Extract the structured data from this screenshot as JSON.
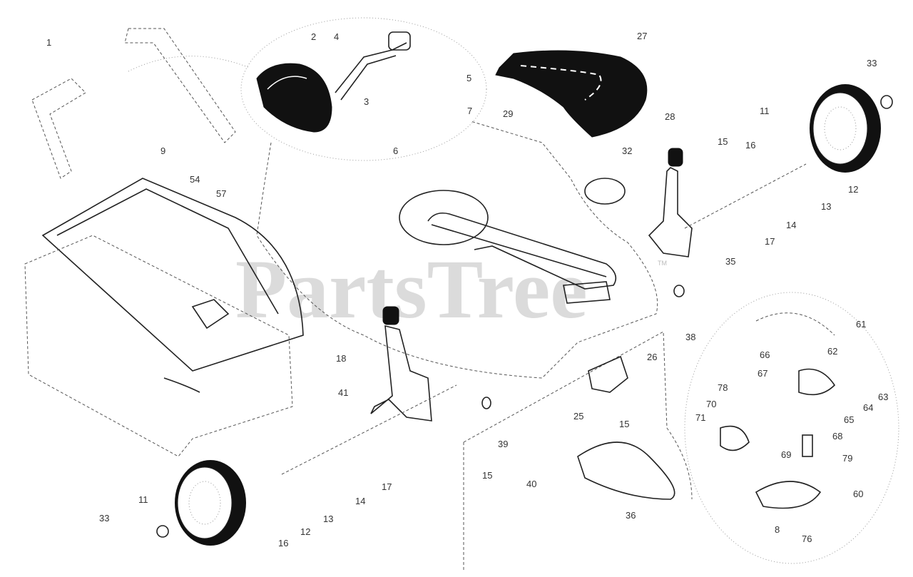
{
  "watermark": {
    "text": "PartsTree",
    "trademark": "TM"
  },
  "callouts": [
    {
      "label": "1"
    },
    {
      "label": "2"
    },
    {
      "label": "4"
    },
    {
      "label": "27"
    },
    {
      "label": "33"
    },
    {
      "label": "5"
    },
    {
      "label": "3"
    },
    {
      "label": "7"
    },
    {
      "label": "29"
    },
    {
      "label": "28"
    },
    {
      "label": "11"
    },
    {
      "label": "9"
    },
    {
      "label": "6"
    },
    {
      "label": "32"
    },
    {
      "label": "15"
    },
    {
      "label": "16"
    },
    {
      "label": "54"
    },
    {
      "label": "57"
    },
    {
      "label": "12"
    },
    {
      "label": "13"
    },
    {
      "label": "14"
    },
    {
      "label": "17"
    },
    {
      "label": "35"
    },
    {
      "label": "38"
    },
    {
      "label": "61"
    },
    {
      "label": "66"
    },
    {
      "label": "62"
    },
    {
      "label": "18"
    },
    {
      "label": "26"
    },
    {
      "label": "67"
    },
    {
      "label": "41"
    },
    {
      "label": "78"
    },
    {
      "label": "70"
    },
    {
      "label": "63"
    },
    {
      "label": "71"
    },
    {
      "label": "64"
    },
    {
      "label": "25"
    },
    {
      "label": "15"
    },
    {
      "label": "65"
    },
    {
      "label": "68"
    },
    {
      "label": "39"
    },
    {
      "label": "69"
    },
    {
      "label": "79"
    },
    {
      "label": "15"
    },
    {
      "label": "40"
    },
    {
      "label": "17"
    },
    {
      "label": "60"
    },
    {
      "label": "11"
    },
    {
      "label": "14"
    },
    {
      "label": "33"
    },
    {
      "label": "13"
    },
    {
      "label": "36"
    },
    {
      "label": "12"
    },
    {
      "label": "8"
    },
    {
      "label": "76"
    },
    {
      "label": "16"
    }
  ]
}
